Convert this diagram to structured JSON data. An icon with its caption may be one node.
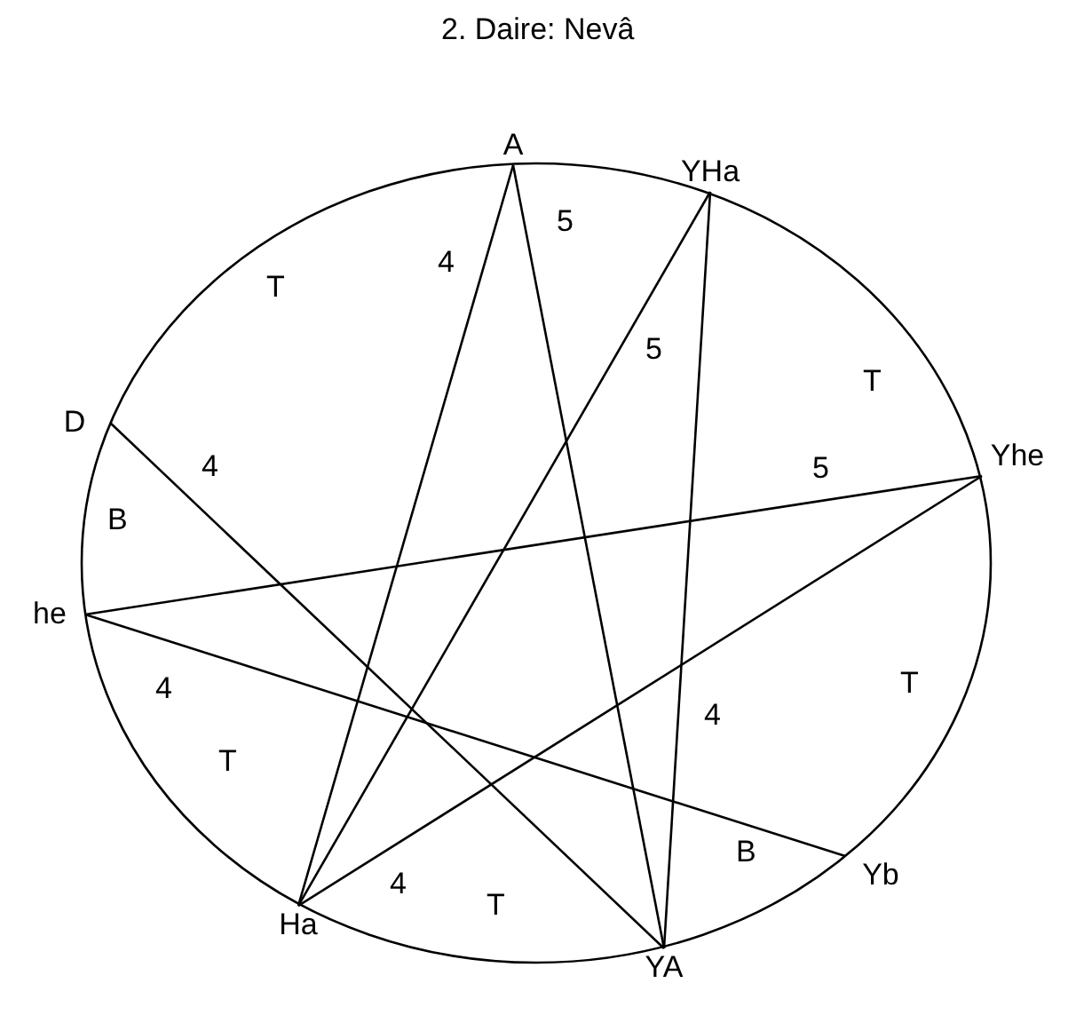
{
  "diagram": {
    "title": "2. Daire: Nevâ",
    "nodes": [
      {
        "text": [
          "A"
        ]
      },
      {
        "text": [
          "YHa"
        ]
      },
      {
        "text": [
          "D"
        ]
      },
      {
        "text": [
          "Yhe"
        ]
      },
      {
        "text": [
          "he"
        ]
      },
      {
        "text": [
          "Yb"
        ]
      },
      {
        "text": [
          "Ha"
        ]
      },
      {
        "text": [
          "YA"
        ]
      }
    ],
    "edges": [
      {
        "from": 0,
        "to": 6,
        "arrow": "none"
      },
      {
        "from": 0,
        "to": 7,
        "arrow": "none"
      },
      {
        "from": 1,
        "to": 6,
        "arrow": "none"
      },
      {
        "from": 1,
        "to": 7,
        "arrow": "none"
      },
      {
        "from": 2,
        "to": 7,
        "arrow": "none"
      },
      {
        "from": 3,
        "to": 4,
        "arrow": "none"
      },
      {
        "from": 3,
        "to": 6,
        "arrow": "none"
      },
      {
        "from": 4,
        "to": 5,
        "arrow": "none"
      }
    ],
    "labels": [
      "5",
      "4",
      "T",
      "5",
      "T",
      "4",
      "5",
      "B",
      "T",
      "4",
      "4",
      "T",
      "B",
      "4",
      "T"
    ]
  }
}
